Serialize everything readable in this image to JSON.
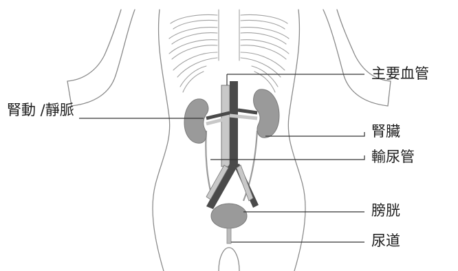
{
  "diagram": {
    "colors": {
      "outline": "#8a8a8a",
      "organ": "#9a9a9a",
      "vessel_dark": "#4a4a4a",
      "vessel_light": "#c8c8c8",
      "leader": "#333333",
      "text": "#1e1e1e"
    },
    "labels": {
      "renal_vessels": "腎動 /靜脈",
      "major_vessels": "主要血管",
      "kidney": "腎臟",
      "ureter": "輸尿管",
      "bladder": "膀胱",
      "urethra": "尿道"
    }
  }
}
